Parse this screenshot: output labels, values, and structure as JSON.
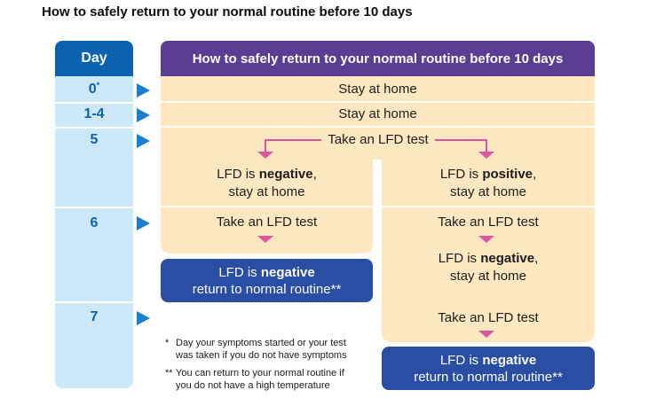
{
  "page_title": "How to safely return to your normal routine before 10 days",
  "day_column": {
    "header": "Day",
    "days": [
      {
        "label": "0",
        "marker": "*"
      },
      {
        "label": "1-4",
        "marker": ""
      },
      {
        "label": "5",
        "marker": ""
      },
      {
        "label": "6",
        "marker": ""
      },
      {
        "label": "7",
        "marker": ""
      }
    ]
  },
  "flow": {
    "header": "How to safely return to your normal routine before 10 days",
    "day0": "Stay at home",
    "day1_4": "Stay at home",
    "day5_test": "Take an LFD test",
    "left": {
      "result_prefix": "LFD is ",
      "result_bold": "negative",
      "result_suffix": ",",
      "result_line2": "stay at home",
      "day6_test": "Take an LFD test",
      "final_line1_prefix": "LFD is ",
      "final_line1_bold": "negative",
      "final_line2": "return to normal routine**"
    },
    "right": {
      "result_prefix": "LFD is ",
      "result_bold": "positive",
      "result_suffix": ",",
      "result_line2": "stay at home",
      "day6_test": "Take an LFD test",
      "day6_result_prefix": "LFD is ",
      "day6_result_bold": "negative",
      "day6_result_suffix": ",",
      "day6_result_line2": "stay at home",
      "day7_test": "Take an LFD test",
      "final_line1_prefix": "LFD is ",
      "final_line1_bold": "negative",
      "final_line2": "return to normal routine**"
    }
  },
  "footnotes": {
    "f1_mark": "*",
    "f1_line1": "Day your symptoms started or your test",
    "f1_line2": "was taken if you do not have symptoms",
    "f2_mark": "**",
    "f2_line1": "You can return to your normal routine if",
    "f2_line2": "you do not have a high temperature"
  },
  "colors": {
    "day_header": "#0b63b0",
    "day_column": "#cde8f6",
    "flow_header": "#5b3e93",
    "cream": "#fde8c2",
    "result_box": "#2a4ea3",
    "connector": "#e0549f",
    "day_arrow": "#1a7fd0"
  }
}
